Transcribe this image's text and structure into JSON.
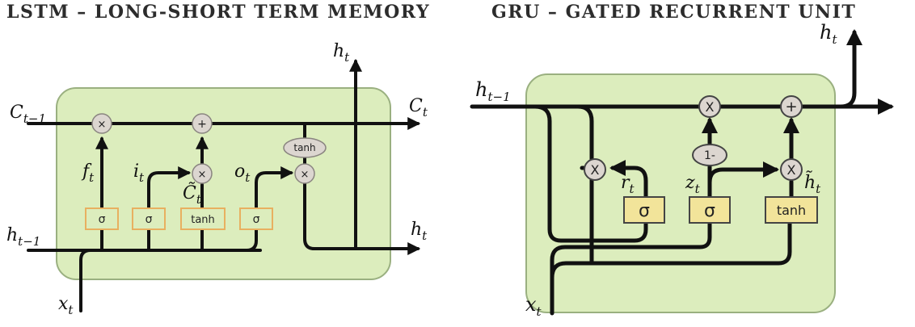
{
  "titles": {
    "lstm": "LSTM – LONG-SHORT TERM MEMORY",
    "gru": "GRU – GATED RECURRENT UNIT"
  },
  "colors": {
    "cell_fill": "#dcedbd",
    "cell_border": "#9ab080",
    "line": "#111111",
    "lstm_gate_border": "#e8b060",
    "gru_gate_fill": "#f2e49a",
    "op_fill": "#dcd6d0"
  },
  "lstm": {
    "labels": {
      "c_prev": {
        "base": "C",
        "sub": "t−1"
      },
      "c_out": {
        "base": "C",
        "sub": "t"
      },
      "h_prev": {
        "base": "h",
        "sub": "t−1"
      },
      "h_out_right": {
        "base": "h",
        "sub": "t"
      },
      "h_out_top": {
        "base": "h",
        "sub": "t"
      },
      "x_in": {
        "base": "x",
        "sub": "t"
      },
      "f": {
        "base": "f",
        "sub": "t"
      },
      "i": {
        "base": "i",
        "sub": "t"
      },
      "c_tilde": {
        "base": "C̃",
        "sub": "t"
      },
      "o": {
        "base": "o",
        "sub": "t"
      }
    },
    "gates": [
      "σ",
      "σ",
      "tanh",
      "σ"
    ],
    "ops": {
      "forget_mult": "×",
      "add": "+",
      "input_mult": "×",
      "output_mult": "×",
      "tanh": "tanh"
    }
  },
  "gru": {
    "labels": {
      "h_prev": {
        "base": "h",
        "sub": "t−1"
      },
      "h_out_top": {
        "base": "h",
        "sub": "t"
      },
      "x_in": {
        "base": "x",
        "sub": "t"
      },
      "r": {
        "base": "r",
        "sub": "t"
      },
      "z": {
        "base": "z",
        "sub": "t"
      },
      "h_tilde": {
        "base": "h̃",
        "sub": "t"
      }
    },
    "gates": [
      "σ",
      "σ",
      "tanh"
    ],
    "ops": {
      "top_mult": "X",
      "add": "+",
      "one_minus": "1-",
      "reset_mult": "X",
      "cand_mult": "X"
    }
  }
}
